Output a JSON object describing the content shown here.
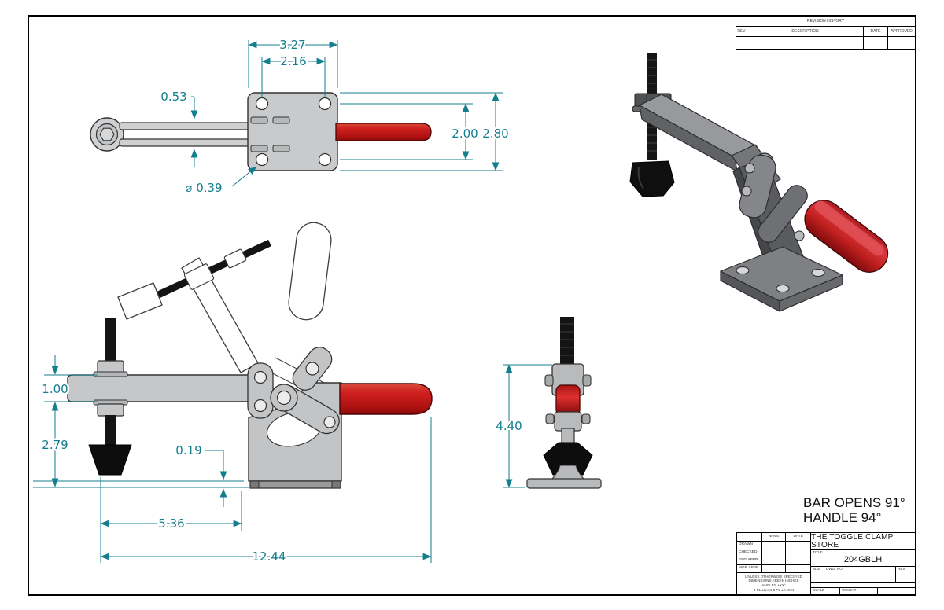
{
  "sheet": {
    "dimension_color": "#137e8e",
    "accent_red": "#c41e1e",
    "notes": {
      "bar_opens": "BAR OPENS 91°",
      "handle": "HANDLE 94°"
    }
  },
  "revision_table": {
    "title": "REVISION HISTORY",
    "columns": {
      "rev": "REV",
      "description": "DESCRIPTION",
      "date": "DATE",
      "approved": "APPROVED"
    }
  },
  "title_block": {
    "name_header": "NAME",
    "date_header": "DATE",
    "rows": {
      "drawn": "DRAWN",
      "checked": "CHECKED",
      "eng_appr": "ENG APPR.",
      "mfg_appr": "MGR APPR."
    },
    "tolerance_note": [
      "UNLESS OTHERWISE SPECIFIED",
      "DIMENSIONS ARE IN INCHES",
      "ANGLES ±XX°",
      "2 PL ±X.XX 3 PL ±X.XXX"
    ],
    "company": "THE TOGGLE CLAMP STORE",
    "title_label": "TITLE",
    "title_value": "204GBLH",
    "size_label": "SIZE",
    "dwg_no_label": "DWG. NO.",
    "rev_label": "REV",
    "scale_label": "SCALE",
    "weight_label": "WEIGHT"
  },
  "views": {
    "top_view": {
      "dims": {
        "overall_width": "3.27",
        "hole_spacing": "2.16",
        "bar_width": "0.53",
        "hole_diameter": "⌀ 0.39",
        "hole_spacing_vertical": "2.00",
        "plate_height": "2.80"
      }
    },
    "front_view": {
      "dims": {
        "bar_thickness": "1.00",
        "spindle_reach": "2.79",
        "clearance": "0.19",
        "base_span": "5.36",
        "overall_length": "12.44"
      }
    },
    "side_view": {
      "dims": {
        "overall_height": "4.40"
      }
    }
  }
}
